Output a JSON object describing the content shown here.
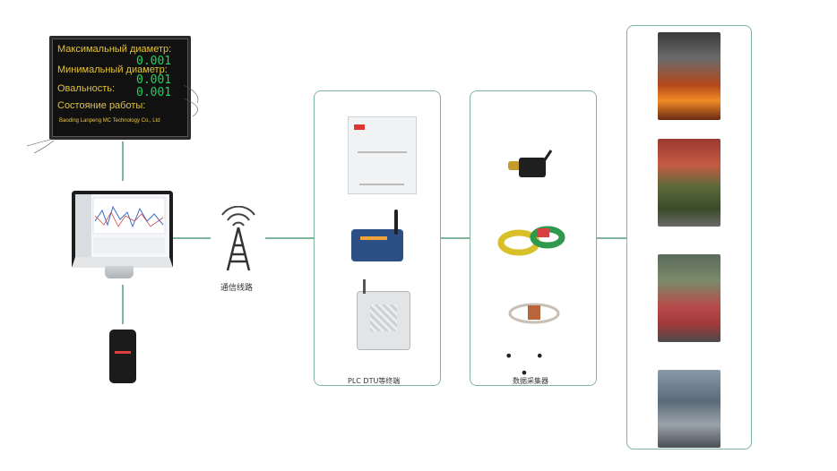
{
  "led_board": {
    "rows": [
      {
        "label": "Максимальный диаметр:",
        "value": "0.001"
      },
      {
        "label": "Минимальный диаметр:",
        "value": "0.001"
      },
      {
        "label": "Овальность:",
        "value": "0.001"
      },
      {
        "label": "Состояние работы:",
        "value": ""
      }
    ],
    "footer": "Baoding Lanpeng MC Technology Co., Ltd"
  },
  "labels": {
    "tower": "通信线路",
    "terminals": "PLC DTU等终端",
    "collectors": "数据采集器",
    "more": "• • •"
  },
  "colors": {
    "connector": "#7fb59c",
    "led_text": "#e3c33a",
    "led_value": "#18d658"
  },
  "icons": [
    "led-display",
    "monitor-icon",
    "phone-icon",
    "tower-icon",
    "plc-box",
    "dtu-device",
    "gateway-device",
    "sensor-clip",
    "current-clamps",
    "cable-ring"
  ],
  "photos": [
    "steel-furnace-photo",
    "rolling-mill-photo",
    "coil-warehouse-photo",
    "factory-hall-photo"
  ]
}
